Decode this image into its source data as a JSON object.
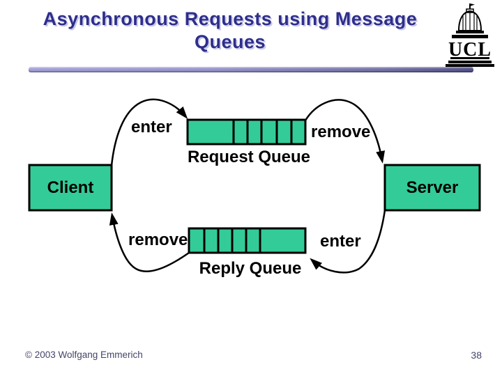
{
  "title": {
    "lines": [
      "Asynchronous Requests using Message",
      "Queues"
    ]
  },
  "logo": {
    "icon": "ucl-portico-logo",
    "text": "UCL"
  },
  "diagram": {
    "client_label": "Client",
    "server_label": "Server",
    "request_queue": {
      "label": "Request Queue",
      "enter_label": "enter",
      "remove_label": "remove",
      "cell_count": 6
    },
    "reply_queue": {
      "label": "Reply Queue",
      "enter_label": "enter",
      "remove_label": "remove",
      "cell_count": 6
    }
  },
  "footer": {
    "copyright": "© 2003 Wolfgang Emmerich",
    "page_number": "38"
  },
  "colors": {
    "background": "#ffffff",
    "queue_fill": "#33cc99",
    "title_text": "#2e2e8b",
    "title_shadow": "#c9c9ea",
    "accent_bar_start": "#a2a2da",
    "accent_bar_end": "#55558c",
    "diagram_stroke": "#000000",
    "footer_text": "#44446a"
  }
}
